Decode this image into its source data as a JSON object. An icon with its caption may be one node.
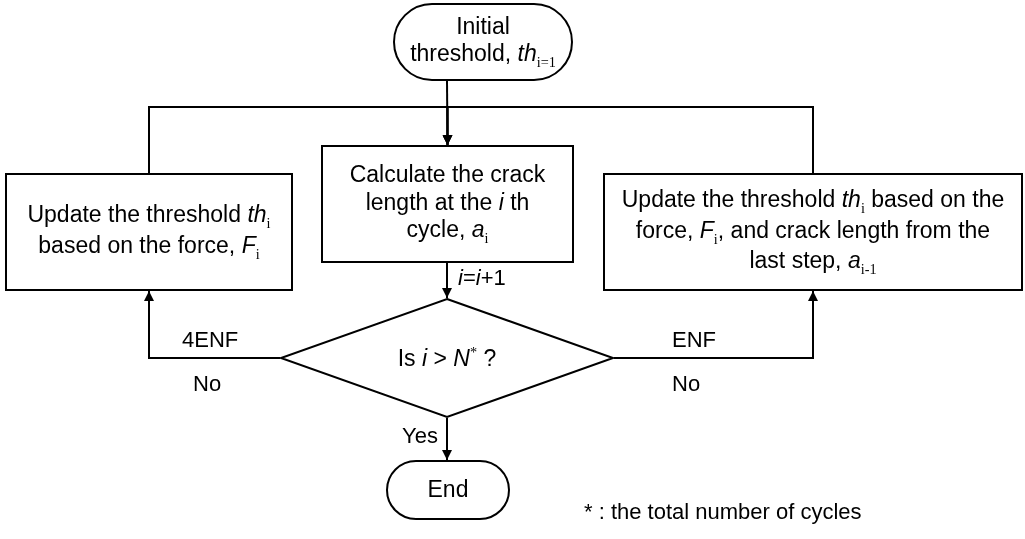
{
  "diagram": {
    "nodes": [
      {
        "text": [
          "Initial threshold, *th*$_{i=1}$"
        ]
      },
      {
        "text": [
          "Update the threshold *th*$_{i}$ based on the force, *F*$_{i}$"
        ]
      },
      {
        "text": [
          "Calculate the crack length at the *i* th cycle, *a*$_{i}$"
        ]
      },
      {
        "text": [
          "Update the threshold *th*$_{i}$ based on the force, *F*$_{i}$, and crack length from the last step, *a*$_{i-1}$"
        ]
      },
      {
        "text": [
          "Is *i* > *N*$^{*}$ ?"
        ]
      },
      {
        "text": [
          "End"
        ]
      }
    ],
    "edges": [
      {
        "from": 0,
        "to": 2,
        "arrow": "to"
      },
      {
        "from": 1,
        "to": 2,
        "arrow": "to"
      },
      {
        "from": 3,
        "to": 2,
        "arrow": "to"
      },
      {
        "from": 2,
        "to": 4,
        "arrow": "to",
        "label": "*i*=*i*+1"
      },
      {
        "from": 4,
        "to": 1,
        "arrow": "to",
        "label": "4ENF"
      },
      {
        "from": 4,
        "to": 3,
        "arrow": "to",
        "label": "ENF"
      },
      {
        "from": 4,
        "to": 5,
        "arrow": "to",
        "label": "Yes"
      }
    ],
    "labels": [
      "No",
      "No",
      "* : the total number of cycles"
    ]
  }
}
